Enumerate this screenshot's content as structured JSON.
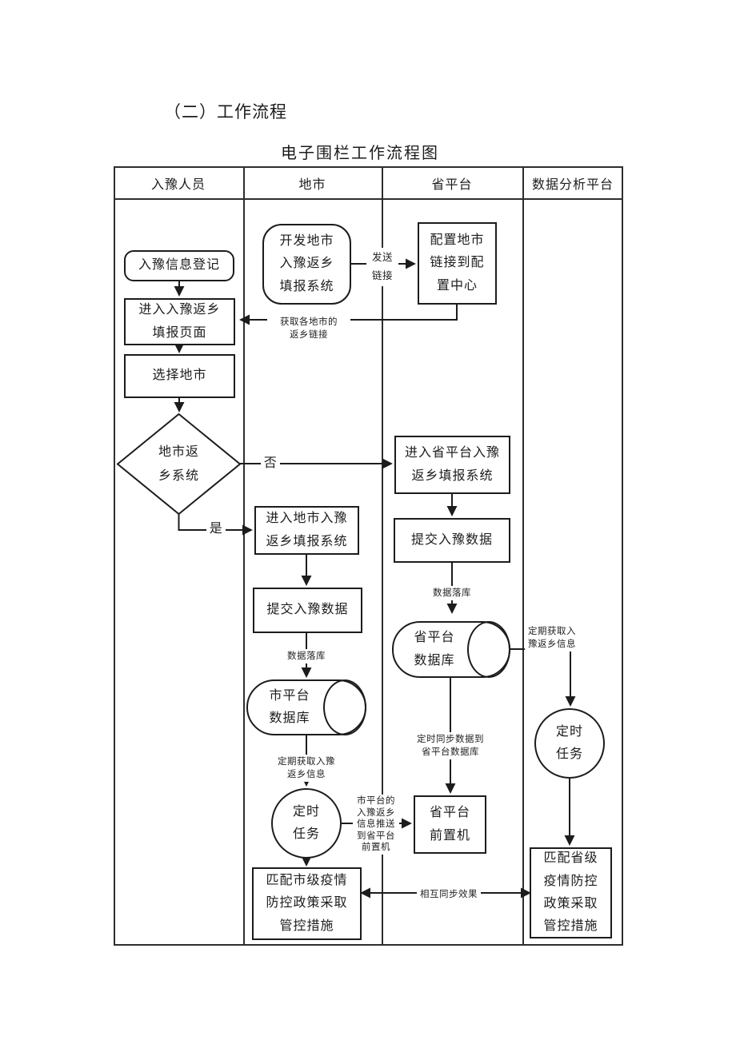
{
  "page": {
    "section_heading": "（二）工作流程",
    "diagram_title": "电子围栏工作流程图"
  },
  "colors": {
    "ink": "#1c1c1c",
    "grid": "#2e2e2e",
    "background": "#ffffff"
  },
  "lanes": [
    {
      "label": "入豫人员"
    },
    {
      "label": "地市"
    },
    {
      "label": "省平台"
    },
    {
      "label": "数据分析平台"
    }
  ],
  "nodes": {
    "register": "入豫信息登记",
    "enter_page": "进入入豫返乡\n填报页面",
    "select_city": "选择地市",
    "decision": "地市返\n乡系统",
    "develop_system": "开发地市\n入豫返乡\n填报系统",
    "config_center": "配置地市\n链接到配\n置中心",
    "enter_city_system": "进入地市入豫\n返乡填报系统",
    "submit_city_data": "提交入豫数据",
    "city_db": "市平台\n数据库",
    "city_timer": "定时\n任务",
    "city_policy": "匹配市级疫情\n防控政策采取\n管控措施",
    "enter_prov_system": "进入省平台入豫\n返乡填报系统",
    "submit_prov_data": "提交入豫数据",
    "prov_db": "省平台\n数据库",
    "prov_front": "省平台\n前置机",
    "prov_timer": "定时\n任务",
    "prov_policy": "匹配省级\n疫情防控\n政策采取\n管控措施"
  },
  "edge_labels": {
    "send_link": "发送\n链接",
    "get_links": "获取各地市的\n返乡链接",
    "no": "否",
    "yes": "是",
    "city_data_store": "数据落库",
    "city_fetch": "定期获取入豫\n返乡信息",
    "push_to_front": "市平台的\n入豫返乡\n信息推送\n到省平台\n前置机",
    "prov_data_store": "数据落库",
    "prov_sync": "定时同步数据到\n省平台数据库",
    "prov_fetch": "定期获取入\n豫返乡信息",
    "mutual_sync": "相互同步效果"
  }
}
